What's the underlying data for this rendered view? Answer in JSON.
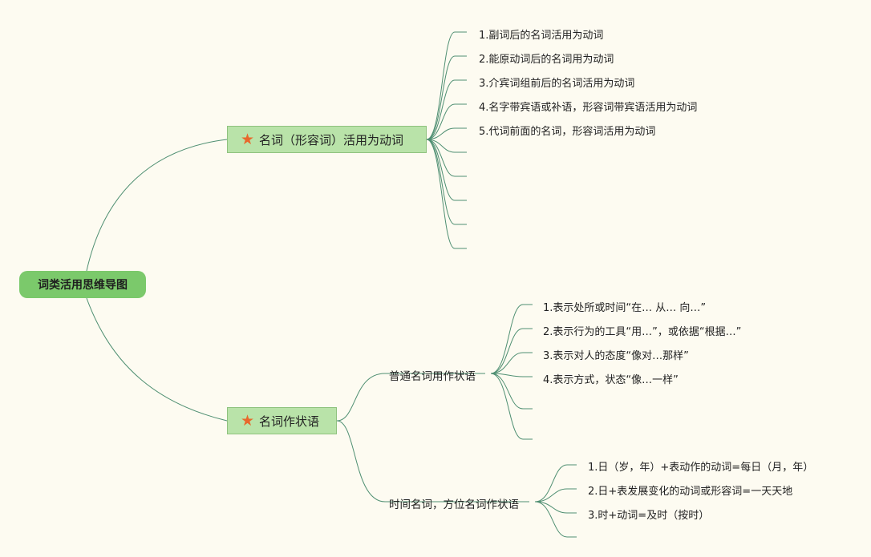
{
  "root": {
    "label": "词类活用思维导图"
  },
  "topic1": {
    "label": "名词（形容词）活用为动词",
    "icon": "star-icon",
    "items": [
      "1.副词后的名词活用为动词",
      "2.能原动词后的名词用为动词",
      "3.介宾词组前后的名词活用为动词",
      "4.名字带宾语或补语，形容词带宾语活用为动词",
      "5.代词前面的名词，形容词活用为动词"
    ]
  },
  "topic2": {
    "label": "名词作状语",
    "icon": "star-icon",
    "sub1": {
      "label": "普通名词用作状语",
      "items": [
        "1.表示处所或时间“在… 从… 向…”",
        "2.表示行为的工具“用…”，或依据“根据…”",
        "3.表示对人的态度“像对…那样”",
        "4.表示方式，状态“像…一样”"
      ]
    },
    "sub2": {
      "label": "时间名词，方位名词作状语",
      "items": [
        "1.日（岁，年）+表动作的动词=每日（月，年）",
        "2.日+表发展变化的动词或形容词=一天天地",
        "3.时+动词=及时（按时）"
      ]
    }
  },
  "colors": {
    "line": "#4f8f72",
    "root": "#7bc96b",
    "topic": "#b9e3a9",
    "star": "#e8682c"
  }
}
